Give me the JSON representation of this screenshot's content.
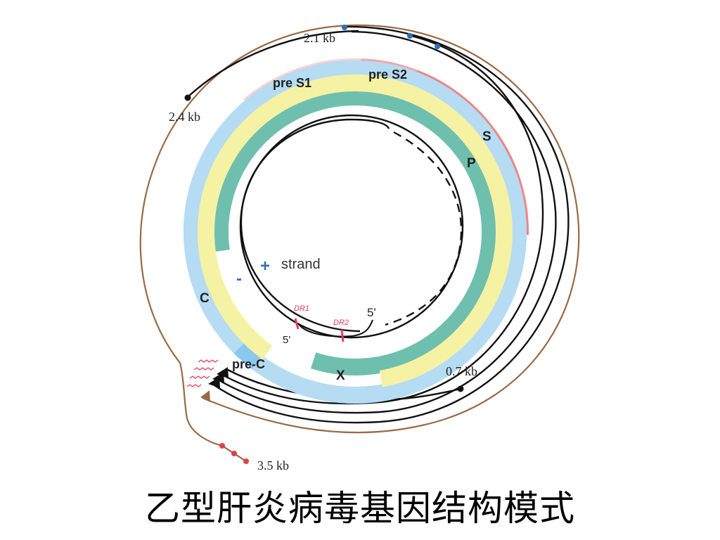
{
  "caption": "乙型肝炎病毒基因结构模式",
  "labels": {
    "kb_2_1": "2.1 kb",
    "kb_2_4": "2.4 kb",
    "kb_0_7": "0.7 kb",
    "kb_3_5": "3.5 kb",
    "pre_s1": "pre S1",
    "pre_s2": "pre S2",
    "s": "S",
    "p": "P",
    "c": "C",
    "pre_c": "pre-C",
    "x": "X",
    "plus": "+",
    "strand": "strand",
    "minus": "-",
    "dr1": "DR1",
    "dr2": "DR2",
    "five_prime_top": "5'",
    "five_prime_bottom": "5'"
  },
  "colors": {
    "pre_s1": "#f7d2d2",
    "pre_s2": "#f3a7a7",
    "s": "#f18383",
    "p": "#6fbfae",
    "c": "#8ac8ee",
    "pre_c": "#b5dcf3",
    "x": "#f6f2a3",
    "outer_transcript": "#9a6a45",
    "dr": "#e83e5a",
    "dot_blue": "#2e6fb8",
    "dot_red": "#e0404a",
    "plus_blue": "#3b6fb5",
    "dr_text": "#e0405a"
  }
}
